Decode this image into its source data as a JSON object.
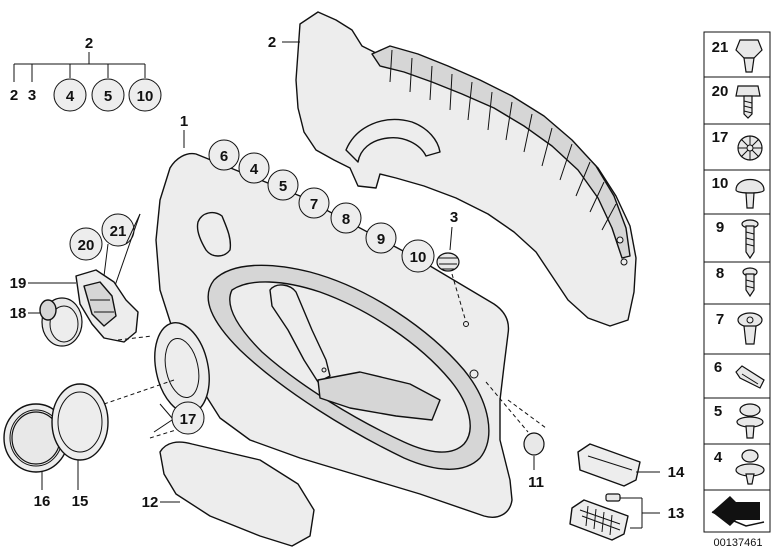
{
  "callouts": {
    "group_top": "2",
    "group_sub_a": "2",
    "group_sub_b": "3",
    "group_c4": "4",
    "group_c5": "5",
    "group_c10": "10",
    "carrier": "2",
    "trim": "1",
    "c6": "6",
    "c4": "4",
    "c5": "5",
    "c7": "7",
    "c8": "8",
    "c9": "9",
    "c10": "10",
    "cap3": "3",
    "c21": "21",
    "c20": "20",
    "l19": "19",
    "l18": "18",
    "c17": "17",
    "l16": "16",
    "l15": "15",
    "l12": "12",
    "l11": "11",
    "l14": "14",
    "l13": "13"
  },
  "legend": [
    {
      "num": "21",
      "icon": "clip-icon"
    },
    {
      "num": "20",
      "icon": "bolt-icon"
    },
    {
      "num": "17",
      "icon": "star-nut-icon"
    },
    {
      "num": "10",
      "icon": "mushroom-plug-icon"
    },
    {
      "num": "9",
      "icon": "screw-icon"
    },
    {
      "num": "8",
      "icon": "short-screw-icon"
    },
    {
      "num": "7",
      "icon": "expanding-rivet-icon"
    },
    {
      "num": "6",
      "icon": "clamp-icon"
    },
    {
      "num": "5",
      "icon": "push-rivet-icon"
    },
    {
      "num": "4",
      "icon": "round-clip-icon"
    },
    {
      "num": "",
      "icon": "scale-arrow-icon"
    }
  ],
  "diagram_id": "00137461"
}
